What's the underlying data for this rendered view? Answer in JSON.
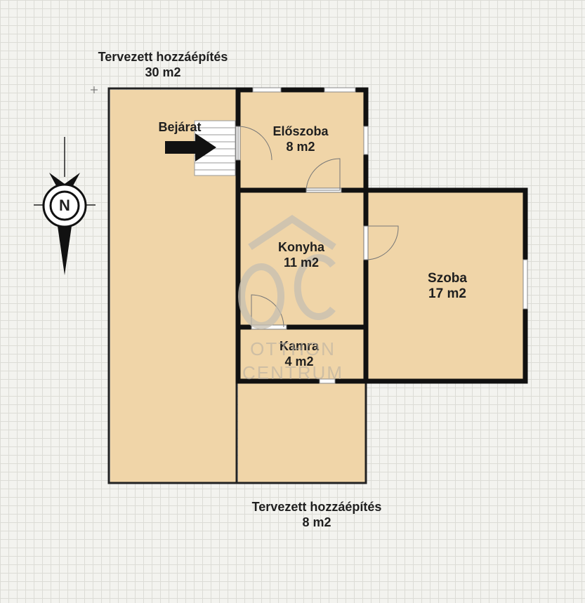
{
  "annex_large": {
    "title": "Tervezett hozzáépítés",
    "area": "30 m2"
  },
  "annex_small": {
    "title": "Tervezett hozzáépítés",
    "area": "8 m2"
  },
  "entrance": {
    "label": "Bejárat"
  },
  "rooms": {
    "eloszoba": {
      "name": "Előszoba",
      "area": "8 m2"
    },
    "konyha": {
      "name": "Konyha",
      "area": "11 m2"
    },
    "szoba": {
      "name": "Szoba",
      "area": "17 m2"
    },
    "kamra": {
      "name": "Kamra",
      "area": "4 m2"
    }
  },
  "compass": {
    "letter": "N",
    "icon": "compass-icon"
  },
  "watermark": {
    "line1": "OTTHON",
    "line2": "CENTRUM",
    "logo": "OC"
  },
  "colors": {
    "floor": "#f0d5a8",
    "wall": "#111111",
    "window": "#ffffff"
  }
}
